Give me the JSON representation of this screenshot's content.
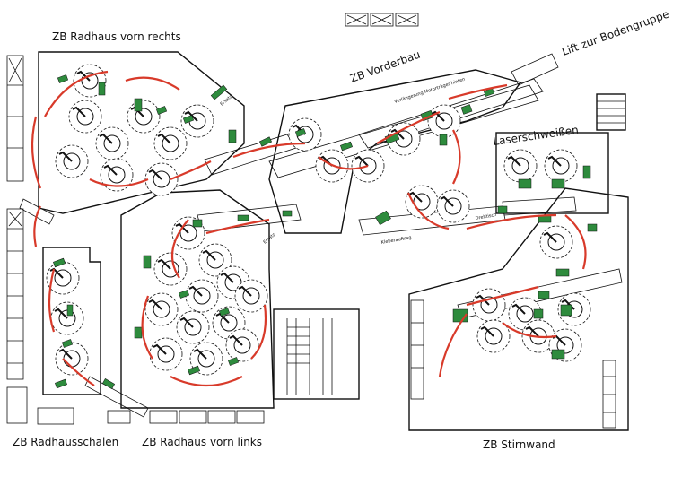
{
  "diagram": {
    "areas": [
      {
        "id": "radhaus-vorn-rechts",
        "label": "ZB Radhaus vorn rechts"
      },
      {
        "id": "vorderbau",
        "label": "ZB Vorderbau"
      },
      {
        "id": "radhausschalen",
        "label": "ZB Radhausschalen"
      },
      {
        "id": "radhaus-vorn-links",
        "label": "ZB Radhaus vorn links"
      },
      {
        "id": "stirnwand",
        "label": "ZB Stirnwand"
      },
      {
        "id": "laserschweissen",
        "label": "Laserschweißen"
      },
      {
        "id": "lift",
        "label": "Lift zur Bodengruppe"
      }
    ],
    "annotations": {
      "ersatz_top": "Ersatz",
      "ersatz_mid": "Ersatz",
      "verlaengerung": "Verlängerung Motorträger hinten",
      "kleberauftrag": "Kleberauftrag",
      "drehtisch": "Drehtisch"
    },
    "colors": {
      "flow": "#d83a2a",
      "equipment": "#2e8b3d",
      "lines": "#111111"
    }
  }
}
